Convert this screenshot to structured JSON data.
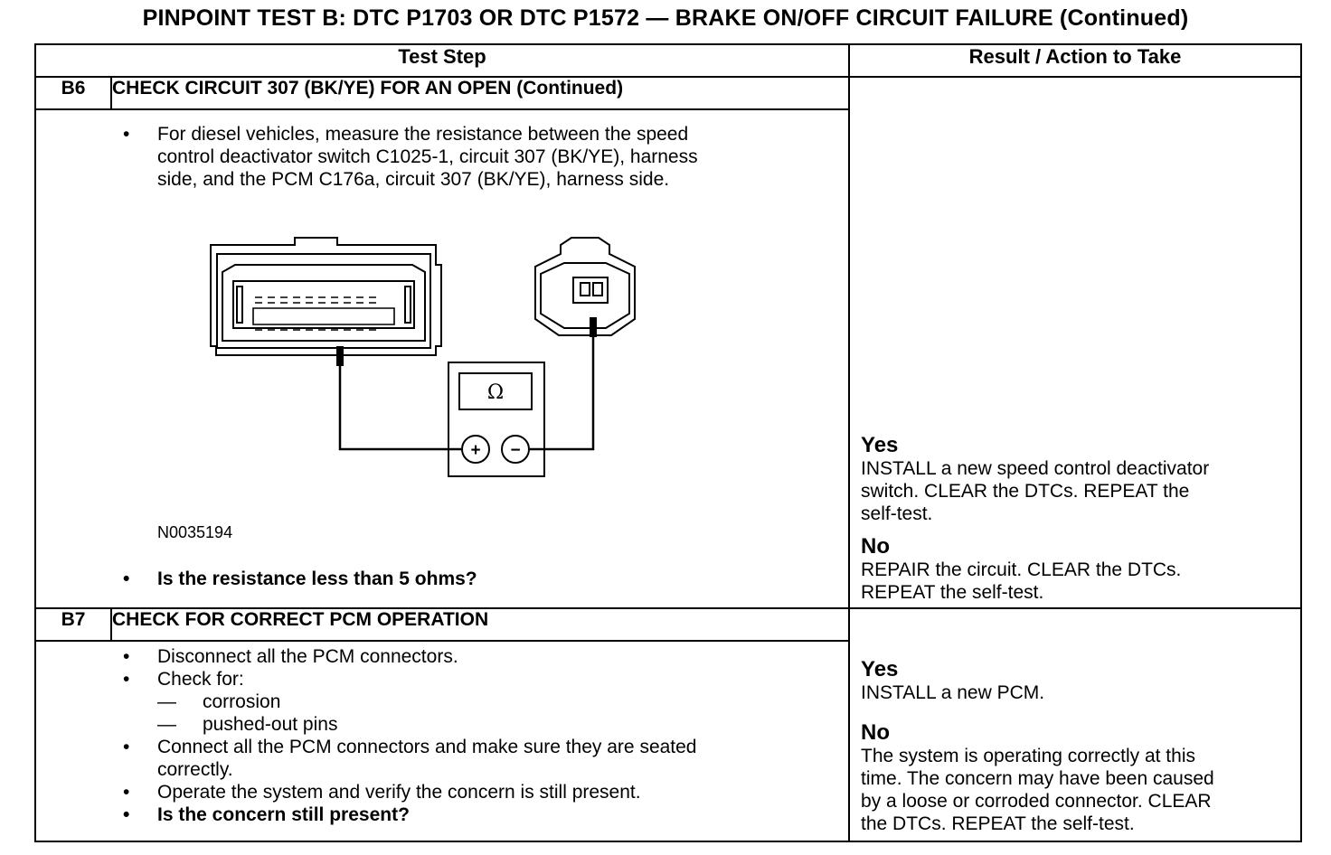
{
  "title": "PINPOINT TEST  B: DTC P1703 OR DTC P1572 — BRAKE ON/OFF CIRCUIT FAILURE (Continued)",
  "table": {
    "header_step": "Test Step",
    "header_result": "Result / Action to Take"
  },
  "steps": [
    {
      "number": "B6",
      "title": "CHECK CIRCUIT 307 (BK/YE) FOR AN OPEN (Continued)",
      "instruction_lines": [
        "For diesel vehicles, measure the resistance between the speed",
        "control deactivator switch C1025-1, circuit 307 (BK/YE), harness",
        "side, and the PCM C176a, circuit 307 (BK/YE), harness side."
      ],
      "figure": {
        "meter_symbol": "Ω",
        "plus_symbol": "+",
        "minus_symbol": "−",
        "figure_id": "N0035194"
      },
      "question": "Is the resistance less than 5 ohms?",
      "yes_label": "Yes",
      "yes_lines": [
        "INSTALL a new speed control deactivator",
        "switch. CLEAR the DTCs. REPEAT the",
        "self-test."
      ],
      "no_label": "No",
      "no_lines": [
        "REPAIR the circuit. CLEAR the DTCs.",
        "REPEAT the self-test."
      ]
    },
    {
      "number": "B7",
      "title": "CHECK FOR CORRECT PCM OPERATION",
      "bullet_1": "Disconnect all the PCM connectors.",
      "bullet_2": "Check for:",
      "sub_1": "corrosion",
      "sub_2": "pushed-out pins",
      "bullet_3_line1": "Connect all the PCM connectors and make sure they are seated",
      "bullet_3_line2": "correctly.",
      "bullet_4": "Operate the system and verify the concern is still present.",
      "question": "Is the concern still present?",
      "yes_label": "Yes",
      "yes_lines": [
        "INSTALL a new PCM."
      ],
      "no_label": "No",
      "no_lines": [
        "The system is operating correctly at this",
        "time. The concern may have been caused",
        "by a loose or corroded connector. CLEAR",
        "the DTCs. REPEAT the self-test."
      ]
    }
  ],
  "symbols": {
    "bullet": "•",
    "dash": "—"
  }
}
